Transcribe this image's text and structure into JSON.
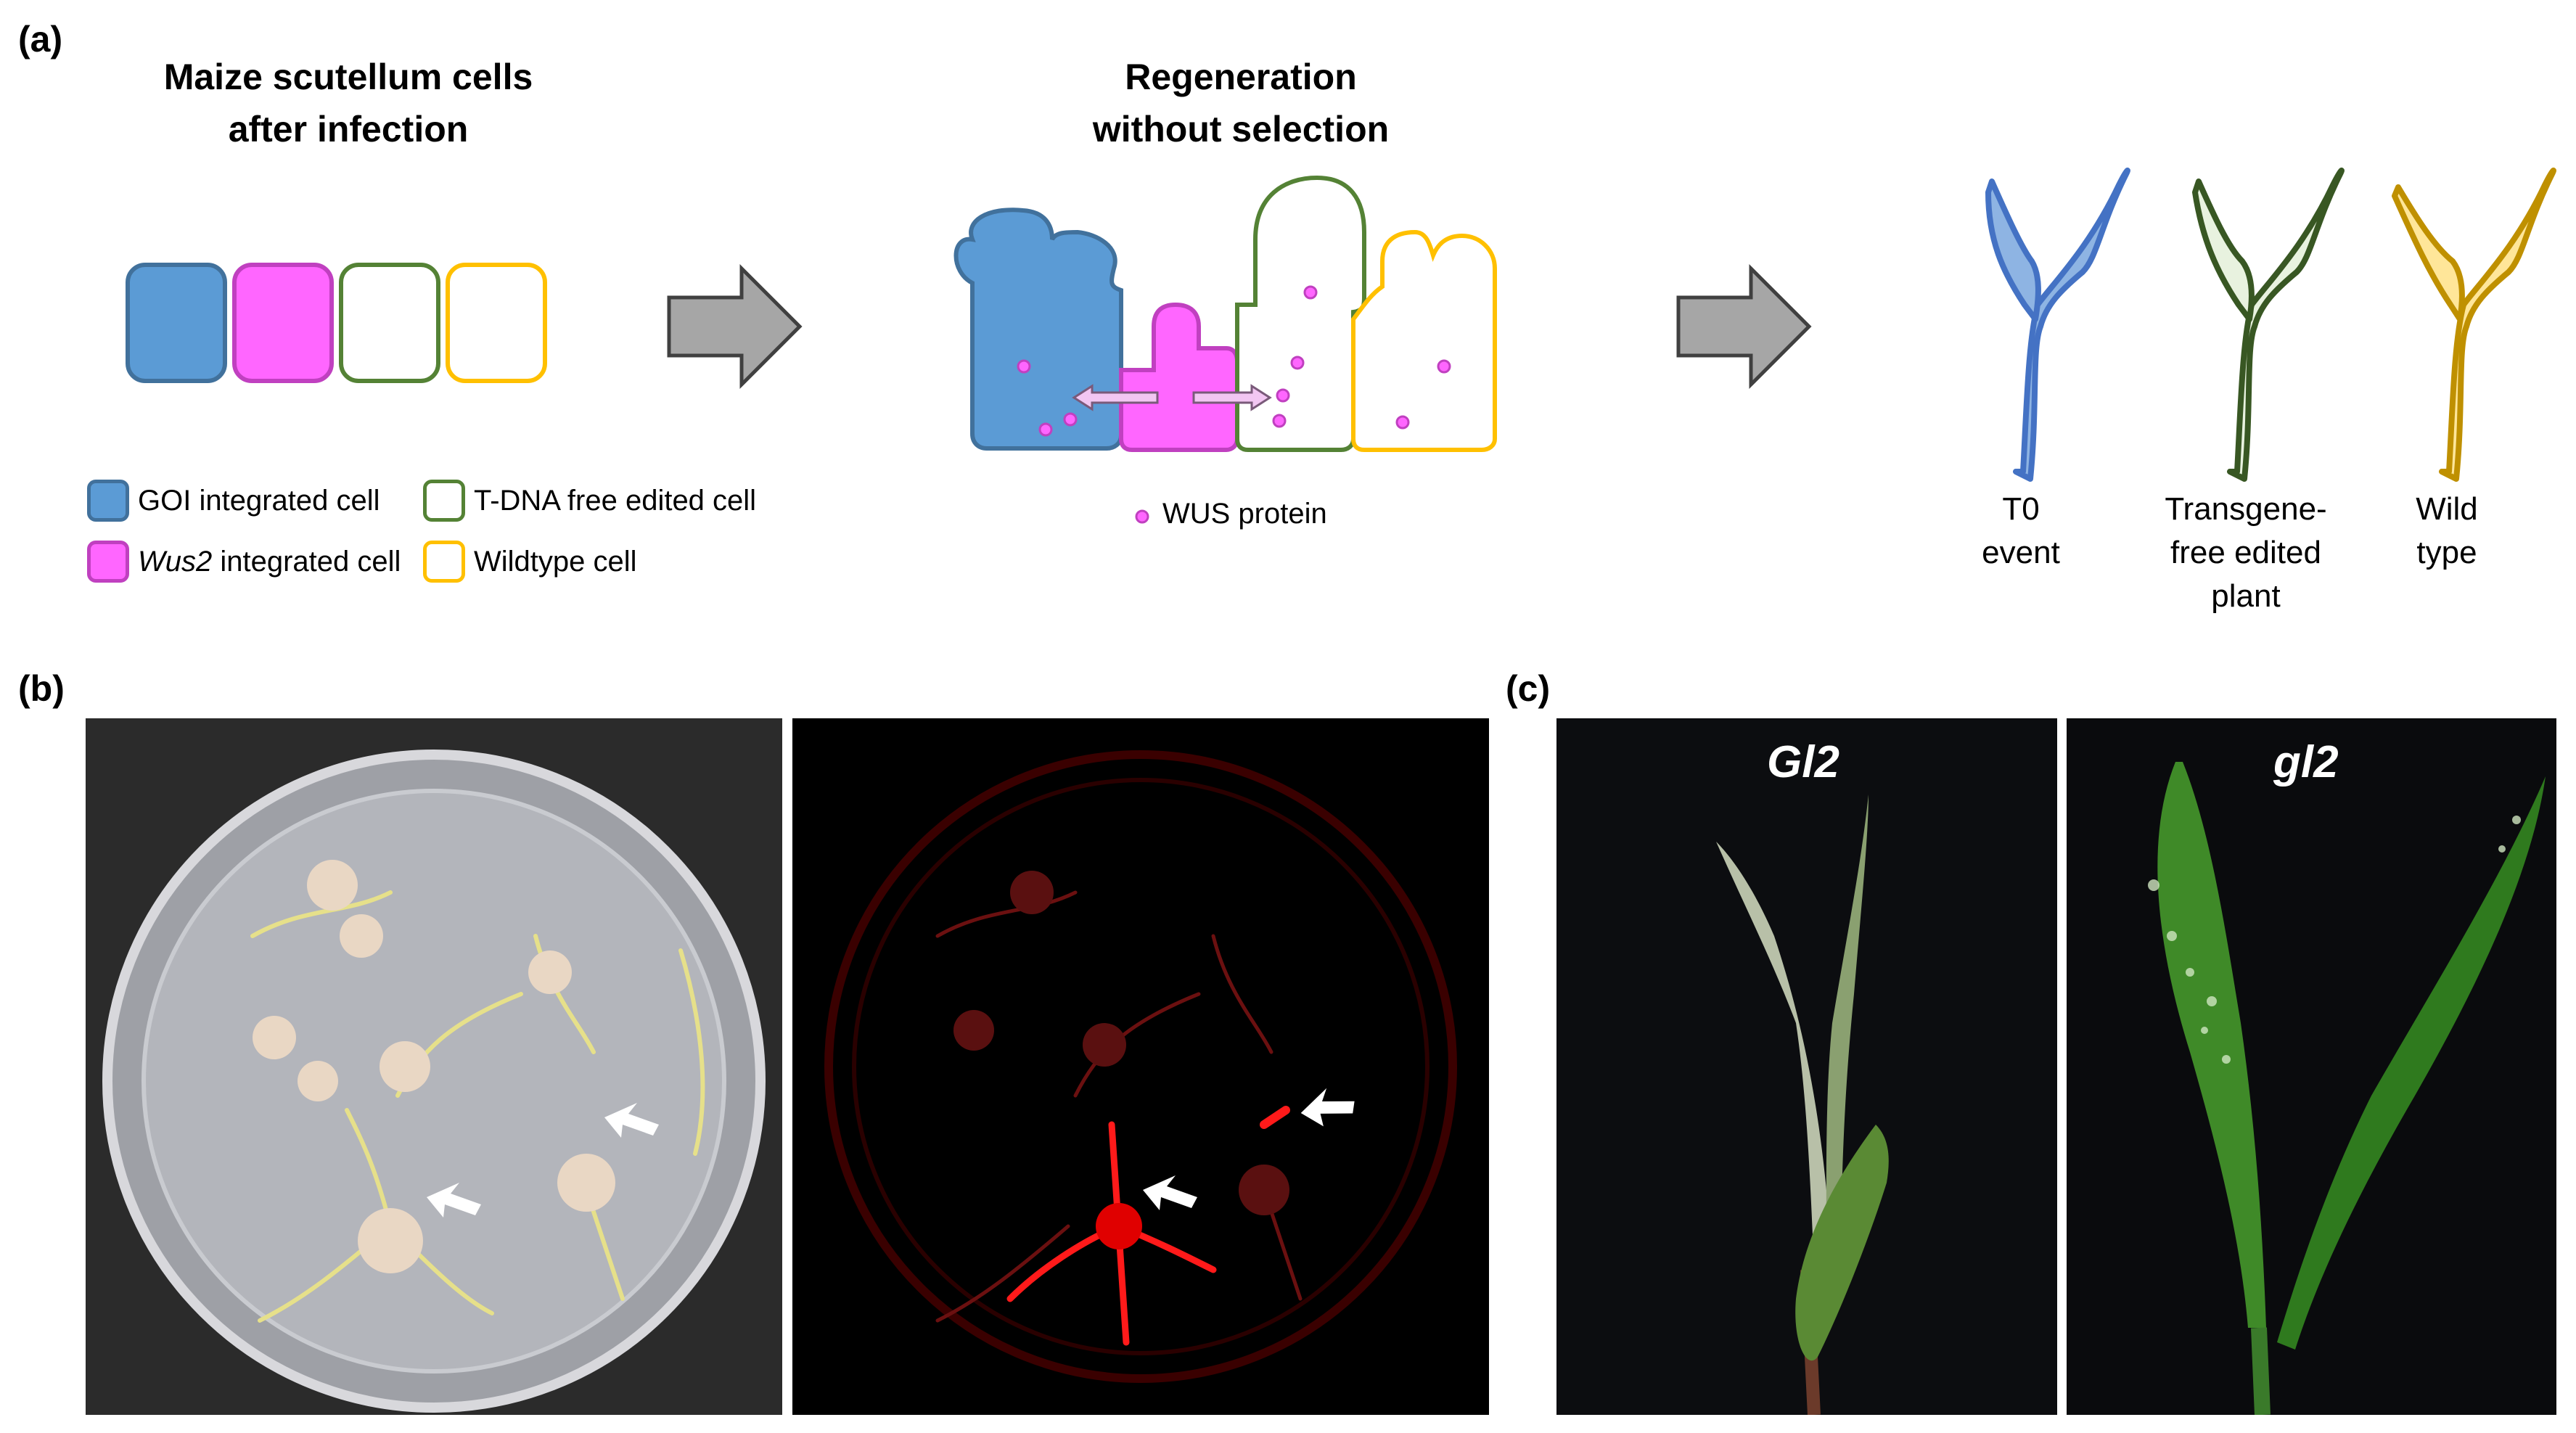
{
  "panels": {
    "a": "(a)",
    "b": "(b)",
    "c": "(c)"
  },
  "panel_a": {
    "heading_left": "Maize scutellum cells\nafter infection",
    "heading_mid": "Regeneration\nwithout selection",
    "legend": {
      "goi": "GOI integrated cell",
      "wus2_italic": "Wus2",
      "wus2_rest": " integrated cell",
      "tdna": "T-DNA free edited cell",
      "wildtype": "Wildtype cell"
    },
    "wus_protein": "WUS protein",
    "plants": {
      "t0": "T0\nevent",
      "edited": "Transgene-\nfree edited\nplant",
      "wild": "Wild\ntype"
    }
  },
  "panel_c": {
    "left_gene": "Gl2",
    "right_gene": "gl2"
  },
  "colors": {
    "goi_blue": "#5b9bd5",
    "goi_border": "#41719c",
    "wus_pink": "#ff66ff",
    "wus_border": "#c040c0",
    "tdna_green": "#548235",
    "wild_yellow": "#ffc000",
    "arrow_gray": "#a6a6a6"
  }
}
